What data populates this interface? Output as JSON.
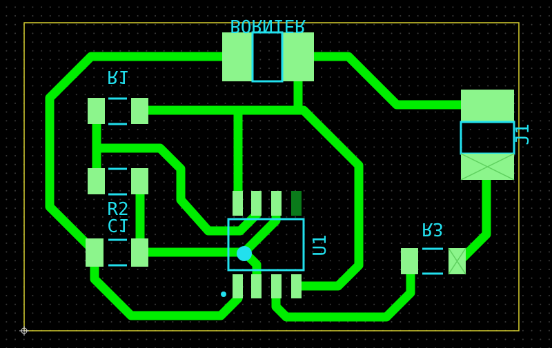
{
  "board": {
    "outline_color": "#d8d030",
    "trace_color": "#00ee00",
    "pad_color": "#8cf58c",
    "silk_color": "#22e0ee"
  },
  "labels": {
    "bornier": "BORNIER",
    "j1": "J1",
    "r1": "R1",
    "r2": "R2",
    "c1": "C1",
    "r3": "R3",
    "u1": "U1"
  }
}
